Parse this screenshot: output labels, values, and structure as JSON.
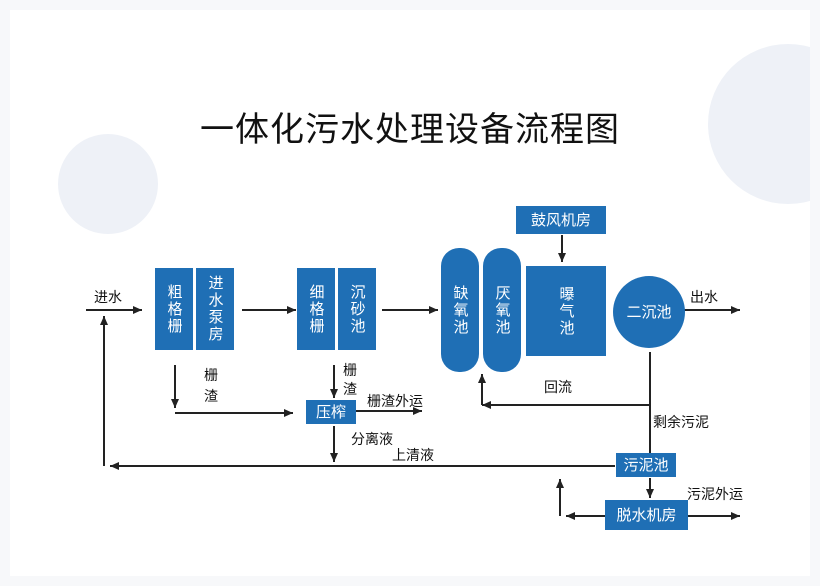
{
  "title": "一体化污水处理设备流程图",
  "colors": {
    "box": "#1f6fb5",
    "line": "#222222",
    "deco": "#eef1f7"
  },
  "boxes": {
    "coarse_screen": "粗格栅",
    "inlet_pump_room": "进水泵房",
    "fine_screen": "细格栅",
    "grit_tank": "沉砂池",
    "anoxic_tank": "缺氧池",
    "anaerobic_tank": "厌氧池",
    "aeration_tank": "曝气池",
    "secondary_clarifier": "二沉池",
    "blower_room": "鼓风机房",
    "press": "压榨",
    "sludge_tank": "污泥池",
    "dewatering_room": "脱水机房"
  },
  "labels": {
    "water_in": "进水",
    "water_out": "出水",
    "screenings_1": "栅\n渣",
    "screenings_2": "栅\n渣",
    "screenings_out": "栅渣外运",
    "separated_liquid": "分离液",
    "return_flow": "回流",
    "excess_sludge": "剩余污泥",
    "supernatant": "上清液",
    "sludge_out": "污泥外运"
  }
}
